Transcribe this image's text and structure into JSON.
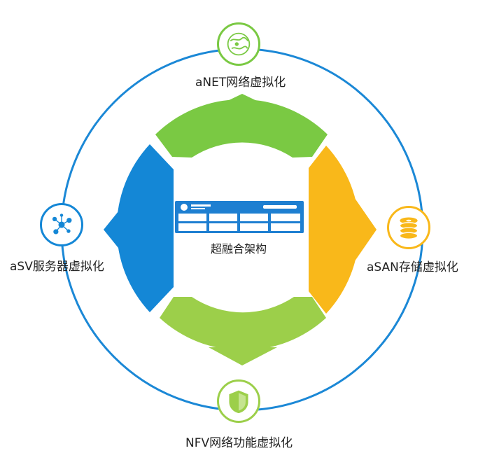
{
  "colors": {
    "ring": "#1b88d6",
    "network": "#7ac943",
    "storage": "#f9b81a",
    "server": "#1487d6",
    "security": "#9ccf4a",
    "panel": "#1e7fd1"
  },
  "center": {
    "label": "超融合架构",
    "device_icon": "server-rack-icon"
  },
  "nodes": {
    "network": {
      "label": "aNET网络虚拟化",
      "icon": "network-globe-icon"
    },
    "storage": {
      "label": "aSAN存储虚拟化",
      "icon": "disk-stack-icon"
    },
    "server": {
      "label": "aSV服务器虚拟化",
      "icon": "molecule-icon"
    },
    "security": {
      "label": "NFV网络功能虚拟化",
      "icon": "shield-icon"
    }
  }
}
